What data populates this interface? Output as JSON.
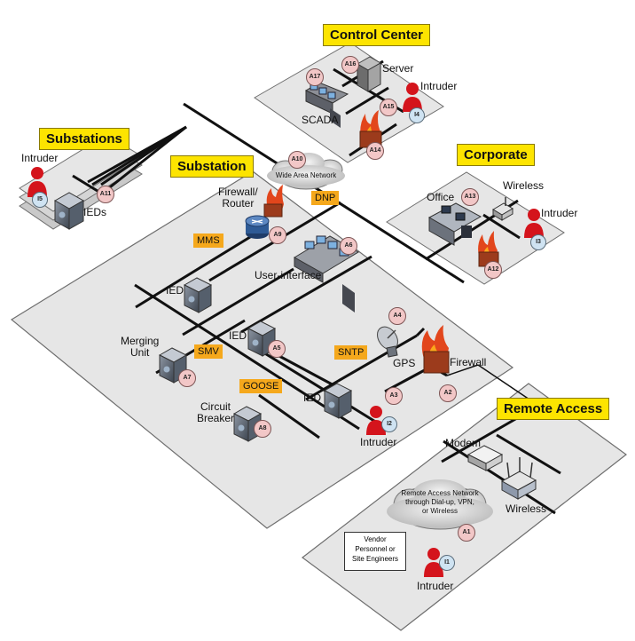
{
  "zones": {
    "control_center": "Control Center",
    "substations": "Substations",
    "substation": "Substation",
    "corporate": "Corporate",
    "remote_access": "Remote Access"
  },
  "protocols": {
    "dnp": "DNP",
    "mms": "MMS",
    "smv": "SMV",
    "goose": "GOOSE",
    "sntp": "SNTP"
  },
  "labels": {
    "server": "Server",
    "scada": "SCADA",
    "intruder": "Intruder",
    "ieds": "IEDs",
    "firewall_router": "Firewall/\nRouter",
    "office": "Office",
    "wireless": "Wireless",
    "user_interface": "User-interface",
    "ied": "IED",
    "merging_unit": "Merging\nUnit",
    "circuit_breaker": "Circuit\nBreaker",
    "gps": "GPS",
    "firewall": "Firewall",
    "modem": "Modem",
    "wan": "Wide Area Network",
    "remote_network": "Remote Access Network\nthrough Dial-up, VPN,\nor Wireless",
    "vendor": "Vendor\nPersonnel or\nSite Engineers"
  },
  "nodes": {
    "a1": "A1",
    "a2": "A2",
    "a3": "A3",
    "a4": "A4",
    "a5": "A5",
    "a6": "A6",
    "a7": "A7",
    "a8": "A8",
    "a9": "A9",
    "a10": "A10",
    "a11": "A11",
    "a12": "A12",
    "a13": "A13",
    "a14": "A14",
    "a15": "A15",
    "a16": "A16",
    "a17": "A17",
    "i1": "I1",
    "i2": "I2",
    "i3": "I3",
    "i4": "I4",
    "i5": "I5"
  },
  "colors": {
    "zone_fill": "#e6e6e6",
    "zone_border": "#6e6e6e",
    "title_tag": "#fde400",
    "protocol_tag": "#f5a81c",
    "attack_node": "#f2c7c7",
    "intruder_node": "#cfe3f2",
    "intruder_figure": "#d4141c",
    "fire": "#e2461c"
  }
}
